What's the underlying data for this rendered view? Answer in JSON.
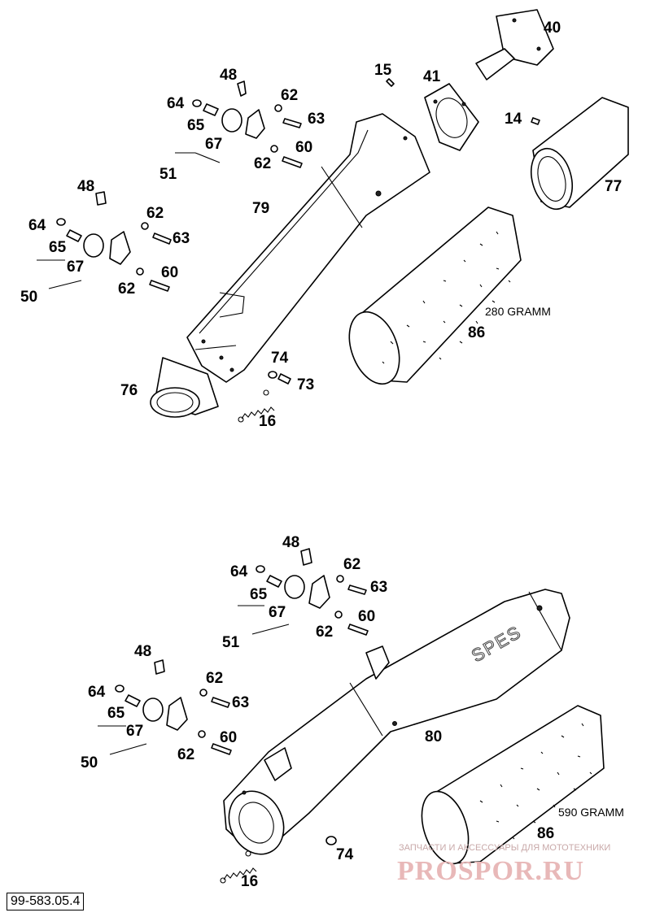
{
  "diagram": {
    "reference_code": "99-583.05.4",
    "annotations": {
      "weight_top": "280 GRAMM",
      "weight_bottom": "590 GRAMM",
      "brand_mark": "SPES"
    },
    "watermark": {
      "tagline": "ЗАПЧАСТИ И АКСЕССУАРЫ ДЛЯ МОТОТЕХНИКИ",
      "site": "PROSPOR.RU"
    },
    "callouts_top": [
      "48",
      "64",
      "65",
      "67",
      "51",
      "62",
      "63",
      "60",
      "62",
      "15",
      "41",
      "40",
      "14",
      "77",
      "79",
      "48",
      "64",
      "65",
      "67",
      "50",
      "62",
      "63",
      "60",
      "62",
      "86",
      "74",
      "73",
      "76",
      "16"
    ],
    "callouts_bottom": [
      "48",
      "64",
      "65",
      "67",
      "51",
      "62",
      "63",
      "60",
      "62",
      "48",
      "64",
      "65",
      "67",
      "50",
      "62",
      "63",
      "60",
      "62",
      "80",
      "86",
      "74",
      "16"
    ]
  }
}
